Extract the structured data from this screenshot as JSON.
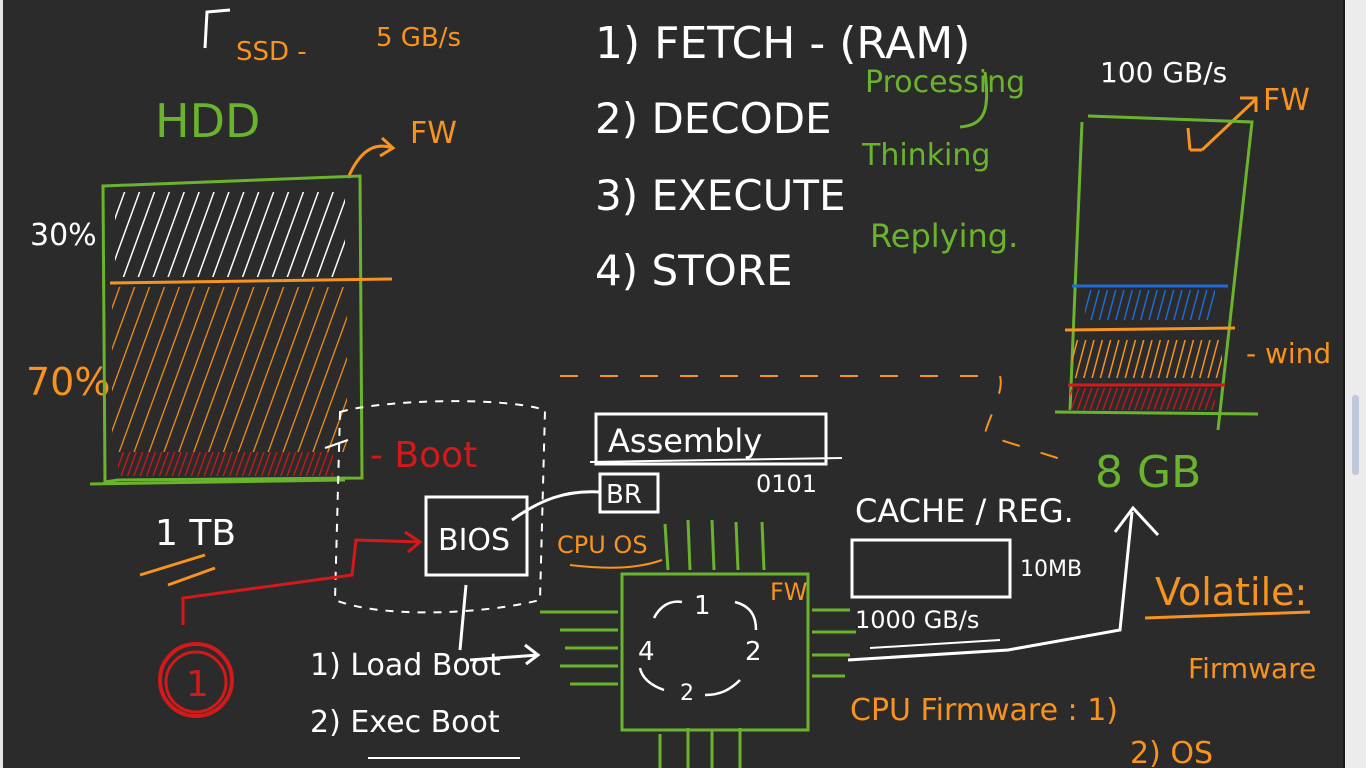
{
  "colors": {
    "background": "#2b2b2b",
    "white": "#ffffff",
    "orange": "#f7931e",
    "green": "#6ab42d",
    "red": "#d21a1a",
    "blue": "#1e6bd6",
    "yellow": "#f5a623"
  },
  "top": {
    "ssd_label": "SSD -",
    "ssd_speed": "5 GB/s"
  },
  "hdd": {
    "title": "HDD",
    "fw": "FW",
    "pct_used": "30%",
    "pct_os": "70%",
    "size": "1 TB",
    "boot": "- Boot"
  },
  "cycle": {
    "fetch": "1) FETCH - (RAM)",
    "decode": "2) DECODE",
    "execute": "3) EXECUTE",
    "store": "4) STORE",
    "processing": "Processing",
    "thinking": "Thinking",
    "replying": "Replying."
  },
  "ram": {
    "speed": "100 GB/s",
    "fw": "FW",
    "wind": "- wind",
    "size": "8 GB"
  },
  "boot_box": {
    "bios": "BIOS",
    "load_boot": "1) Load Boot",
    "exec_boot": "2) Exec Boot",
    "marker": "1"
  },
  "cpu": {
    "assembly": "Assembly",
    "br": "BR",
    "binary": "0101",
    "cpu_os": "CPU OS",
    "fw": "FW",
    "cycle_1": "1",
    "cycle_2": "2",
    "cycle_3": "2",
    "cycle_4": "4"
  },
  "cache": {
    "title": "CACHE / REG.",
    "size": "10MB",
    "speed": "1000 GB/s"
  },
  "notes": {
    "volatile": "Volatile:",
    "firmware": "Firmware",
    "cpu_firmware": "CPU Firmware : 1)",
    "os": "2) OS"
  }
}
